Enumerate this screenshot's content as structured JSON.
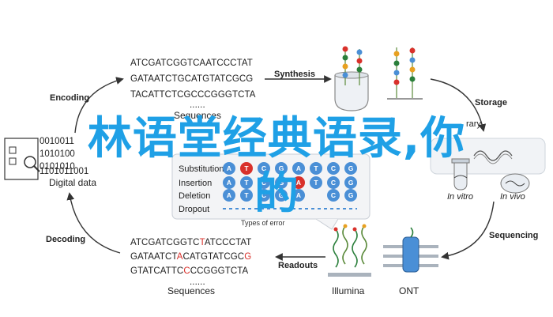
{
  "overlay": {
    "line1": "林语堂经典语录,你",
    "line2": "的"
  },
  "stages": {
    "encoding": "Encoding",
    "synthesis": "Synthesis",
    "storage": "Storage",
    "sequencing": "Sequencing",
    "readouts": "Readouts",
    "decoding": "Decoding"
  },
  "digital": {
    "label": "Digital data",
    "bits": [
      "0010011",
      "1010100",
      "0101010",
      "1101011001"
    ]
  },
  "encoded_sequences": {
    "lines": [
      "ATCGATCGGTCAATCCCTAT",
      "GATAATCTGCATGTATCGCG",
      "TACATTCTCGCCCGGGTCTA",
      "......"
    ],
    "label": "Sequences"
  },
  "readout_sequences": {
    "line1": {
      "a": "ATCGATCGGTC",
      "b": "T",
      "c": "ATCCCTAT"
    },
    "line2": {
      "a": "GATAATCT",
      "b": "A",
      "c": "CATGTATCGC",
      "d": "G"
    },
    "line3": {
      "a": "GTATCATTC",
      "b": "C",
      "c": "CCGGGTCTA"
    },
    "dots": "......",
    "label": "Sequences"
  },
  "errors": {
    "substitution": "Substitution",
    "insertion": "Insertion",
    "deletion": "Deletion",
    "dropout": "Dropout",
    "nucleotides": [
      "A",
      "T",
      "C",
      "G",
      "A",
      "T",
      "C",
      "G"
    ],
    "title": "Types of error"
  },
  "storage": {
    "in_vitro": "In vitro",
    "in_vivo": "In vivo",
    "partial": "rary"
  },
  "sequencers": {
    "illumina": "Illumina",
    "ont": "ONT"
  },
  "colors": {
    "nuc_blue": "#4a8fd6",
    "nuc_red": "#d9312b",
    "overlay": "#1fa0e6",
    "arrow": "#333333"
  }
}
